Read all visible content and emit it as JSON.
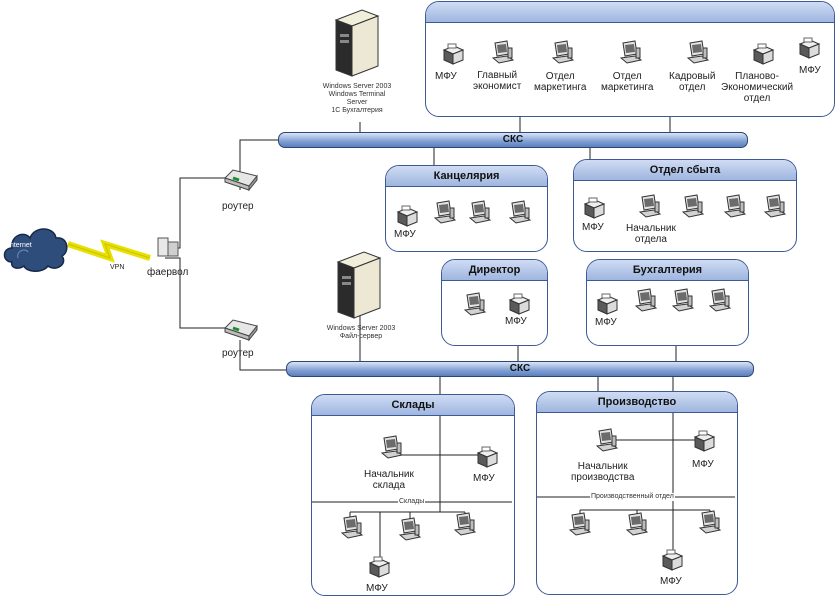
{
  "internet": {
    "label": "Internet",
    "vpn": "VPN"
  },
  "firewall": {
    "label": "фаервол"
  },
  "routers": {
    "top": "роутер",
    "bottom": "роутер"
  },
  "server_top": {
    "lines": [
      "Windows Server 2003",
      "Windows Terminal",
      "Server",
      "1С Бухгалтерия"
    ]
  },
  "server_bottom": {
    "lines": [
      "Windows Server 2003",
      "Файл-сервер"
    ]
  },
  "buses": {
    "top": "СКС",
    "bottom": "СКС"
  },
  "top_group": {
    "labels": [
      "МФУ",
      "Главный\nэкономист",
      "Отдел\nмаркетинга",
      "Отдел\nмаркетинга",
      "Кадровый\nотдел",
      "Планово-\nЭкономический\nотдел",
      "МФУ"
    ]
  },
  "kancelaria": {
    "title": "Канцелярия",
    "mfu": "МФУ"
  },
  "otdel_sbyta": {
    "title": "Отдел сбыта",
    "mfu": "МФУ",
    "head": "Начальник\nотдела"
  },
  "direktor": {
    "title": "Директор",
    "mfu": "МФУ"
  },
  "buhgalteria": {
    "title": "Бухгалтерия",
    "mfu": "МФУ"
  },
  "sklady": {
    "title": "Склады",
    "head": "Начальник\nсклада",
    "mfu_right": "МФУ",
    "divider": "Склады",
    "mfu_bottom": "МФУ"
  },
  "proizvodstvo": {
    "title": "Производство",
    "head": "Начальник\nпроизводства",
    "mfu_right": "МФУ",
    "divider": "Производственный отдел",
    "mfu_bottom": "МФУ"
  }
}
